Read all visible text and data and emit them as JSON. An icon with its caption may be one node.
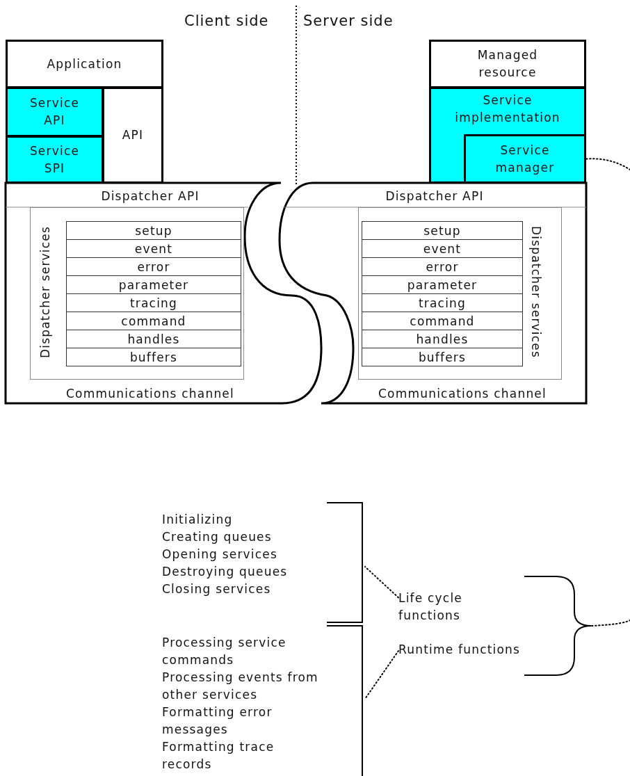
{
  "diagram": {
    "nodes": [
      {
        "text": [
          "Application"
        ]
      },
      {
        "text": [
          "Service API"
        ]
      },
      {
        "text": [
          "Service SPI"
        ]
      },
      {
        "text": [
          "API"
        ]
      },
      {
        "text": [
          "Dispatcher API",
          "Communications channel"
        ]
      },
      {
        "text": [
          "Dispatcher services"
        ],
        "in": 4
      },
      {
        "text": [
          "setup"
        ],
        "in": 5
      },
      {
        "text": [
          "event"
        ],
        "in": 5
      },
      {
        "text": [
          "error"
        ],
        "in": 5
      },
      {
        "text": [
          "parameter"
        ],
        "in": 5
      },
      {
        "text": [
          "tracing"
        ],
        "in": 5
      },
      {
        "text": [
          "command"
        ],
        "in": 5
      },
      {
        "text": [
          "handles"
        ],
        "in": 5
      },
      {
        "text": [
          "buffers"
        ],
        "in": 5
      },
      {
        "text": [
          "Managed resource"
        ]
      },
      {
        "text": [
          "Service implementation"
        ]
      },
      {
        "text": [
          "Service manager"
        ],
        "in": 15
      },
      {
        "text": [
          "Dispatcher API",
          "Communications channel"
        ]
      },
      {
        "text": [
          "Dispatcher services"
        ],
        "in": 17
      },
      {
        "text": [
          "setup"
        ],
        "in": 18
      },
      {
        "text": [
          "event"
        ],
        "in": 18
      },
      {
        "text": [
          "error"
        ],
        "in": 18
      },
      {
        "text": [
          "parameter"
        ],
        "in": 18
      },
      {
        "text": [
          "tracing"
        ],
        "in": 18
      },
      {
        "text": [
          "command"
        ],
        "in": 18
      },
      {
        "text": [
          "handles"
        ],
        "in": 18
      },
      {
        "text": [
          "buffers"
        ],
        "in": 18
      },
      {
        "text": [
          "Initializing",
          "Creating queues",
          "Opening services",
          "Destroying queues",
          "Closing services"
        ]
      },
      {
        "text": [
          "Processing service commands",
          "Processing events from other services",
          "Formatting error messages",
          "Formatting trace records"
        ]
      },
      {
        "text": [
          "Life cycle functions"
        ]
      },
      {
        "text": [
          "Runtime functions"
        ]
      },
      {
        "text": [],
        "shape": "brace"
      }
    ],
    "edges": [
      {
        "from": 16,
        "to": null,
        "arrow": "none",
        "style": "dashed"
      },
      {
        "from": 29,
        "to": 27,
        "arrow": "none",
        "style": "dashed"
      },
      {
        "from": 30,
        "to": 28,
        "arrow": "none",
        "style": "dashed"
      },
      {
        "from": 31,
        "to": null,
        "arrow": "none",
        "style": "dashed"
      }
    ],
    "labels": [
      "Client side",
      "Server side"
    ]
  }
}
